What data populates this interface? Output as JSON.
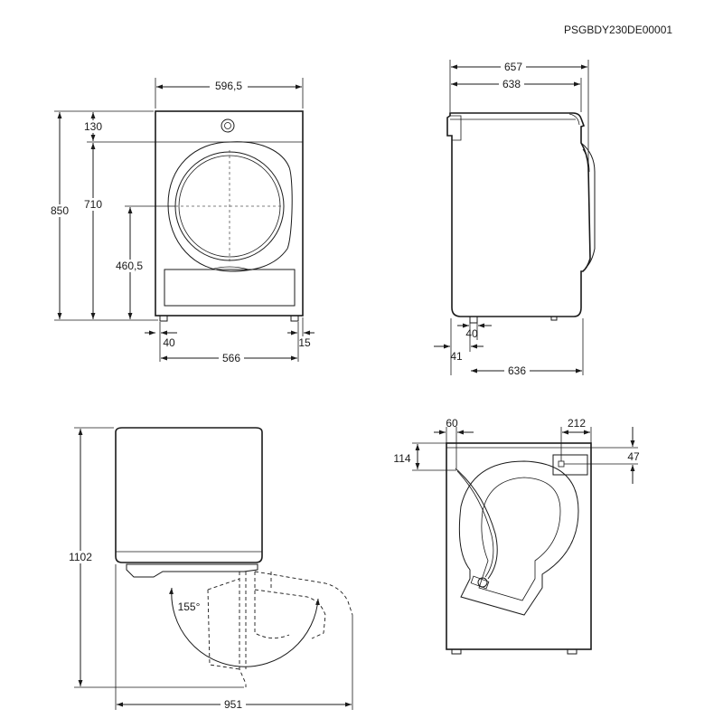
{
  "code": "PSGBDY230DE00001",
  "front_view": {
    "width_total": "596,5",
    "top_to_center": "130",
    "height_total": "850",
    "height_to_top_edge": "710",
    "door_center_height": "460,5",
    "foot_left_offset": "40",
    "foot_right_offset": "15",
    "foot_span": "566"
  },
  "side_view": {
    "depth_total": "657",
    "depth_body": "638",
    "foot_offset": "40",
    "front_offset": "41",
    "depth_base": "636"
  },
  "door_view": {
    "height_open": "1102",
    "angle": "155°",
    "depth_open": "951"
  },
  "rear_view": {
    "hose_from_left": "60",
    "outlet_from_right": "212",
    "hose_from_top": "114",
    "outlet_from_top": "47"
  }
}
